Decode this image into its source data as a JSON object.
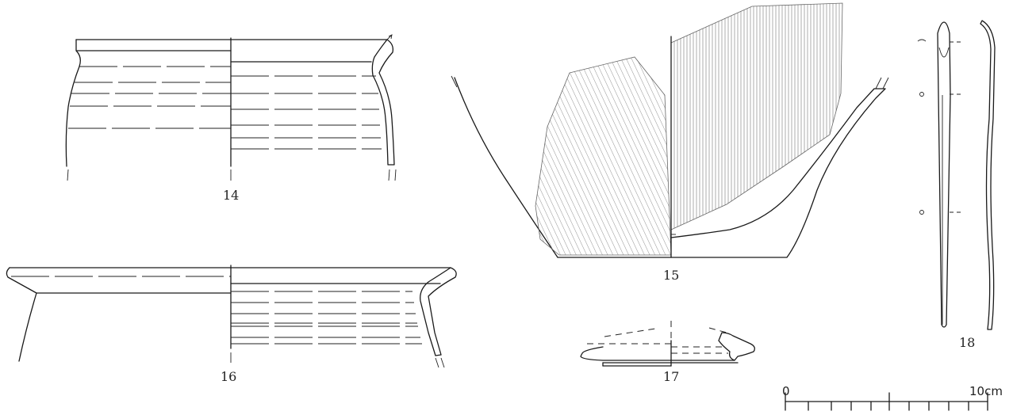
{
  "figures": [
    {
      "id": "fig14",
      "label": "14"
    },
    {
      "id": "fig15",
      "label": "15"
    },
    {
      "id": "fig16",
      "label": "16"
    },
    {
      "id": "fig17",
      "label": "17"
    },
    {
      "id": "fig18",
      "label": "18"
    }
  ],
  "scale_bar": {
    "start_label": "0",
    "end_label": "10cm"
  }
}
